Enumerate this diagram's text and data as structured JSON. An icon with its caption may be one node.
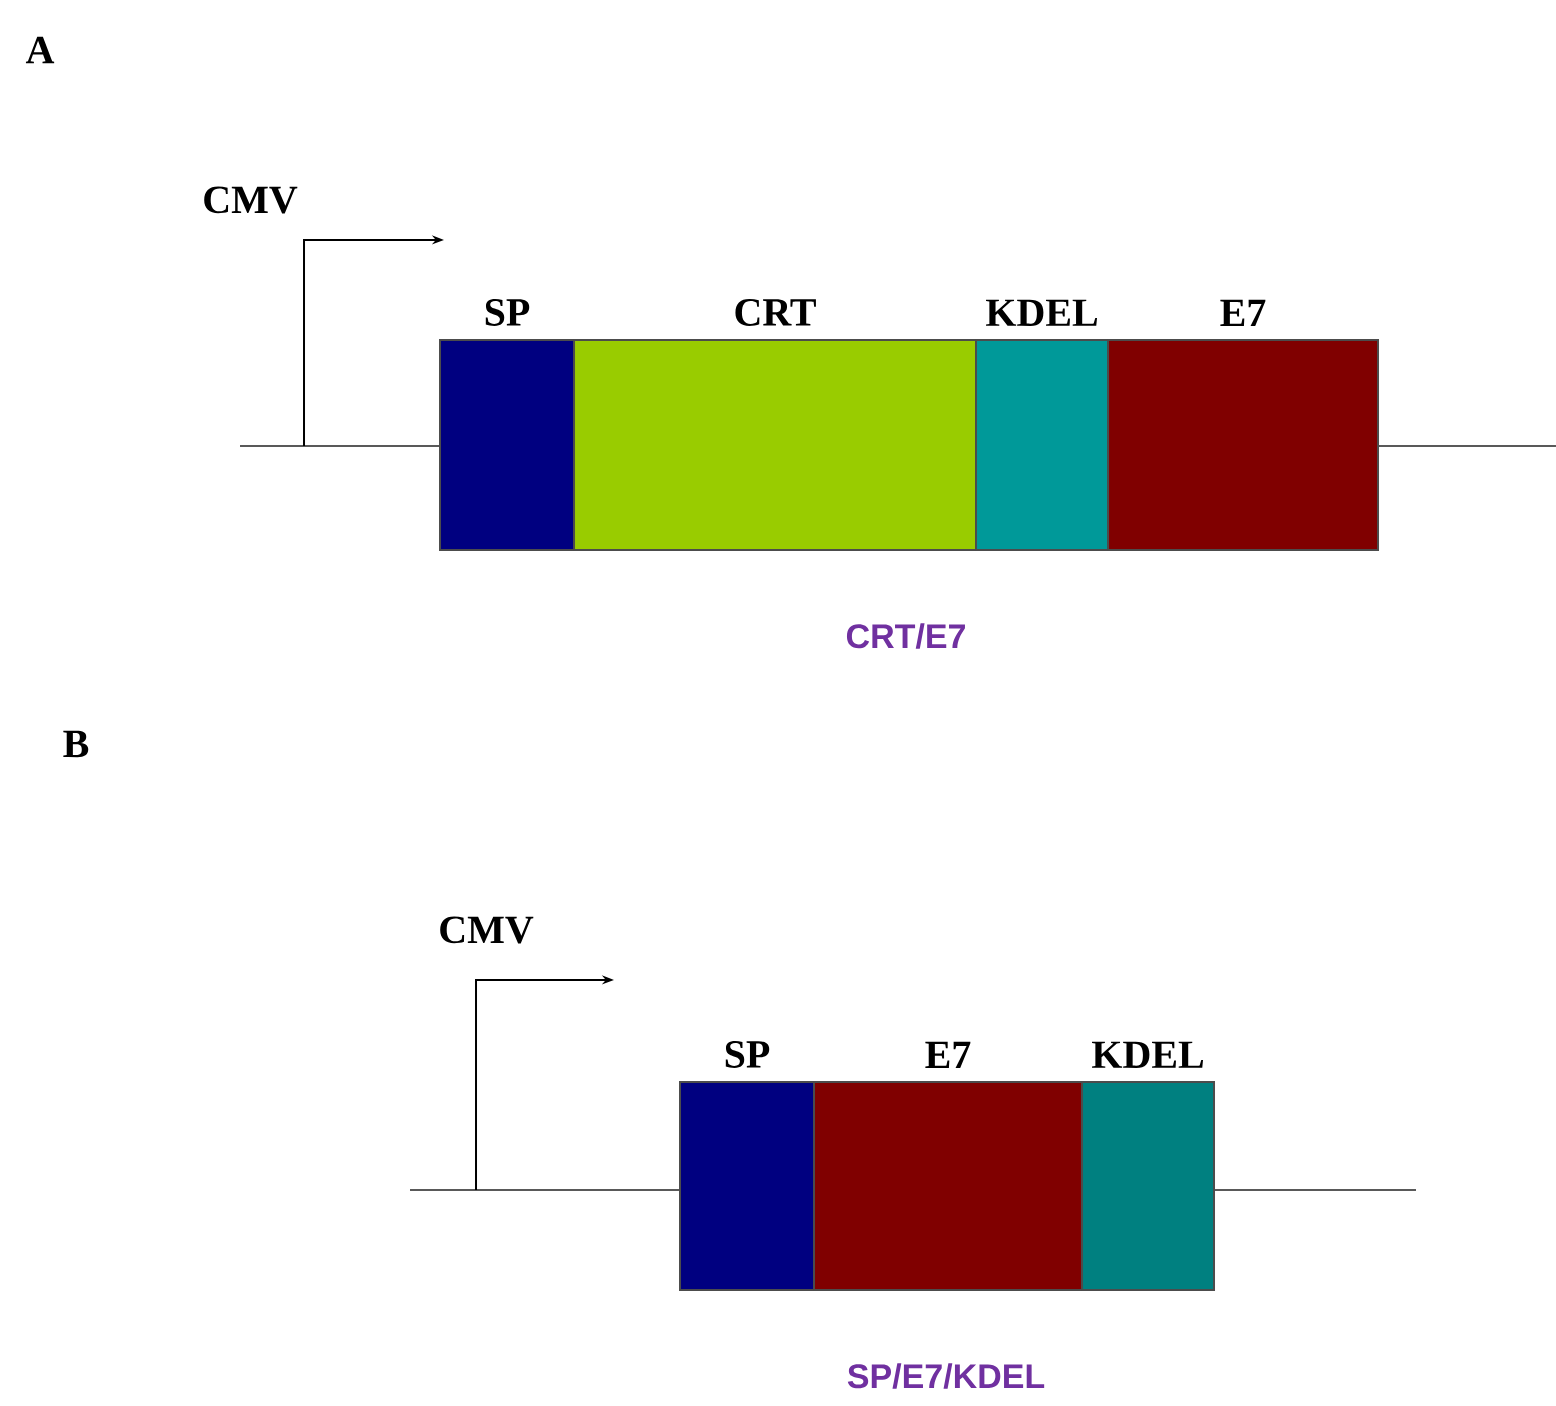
{
  "diagram": {
    "nodes": [
      {
        "text": [
          "SP"
        ]
      },
      {
        "text": [
          "CRT"
        ]
      },
      {
        "text": [
          "KDEL"
        ]
      },
      {
        "text": [
          "E7"
        ]
      },
      {
        "text": [
          "SP"
        ]
      },
      {
        "text": [
          "E7"
        ]
      },
      {
        "text": [
          "KDEL"
        ]
      }
    ],
    "labels": [
      "A",
      "CMV",
      "CRT/E7",
      "B",
      "CMV",
      "SP/E7/KDEL"
    ]
  }
}
